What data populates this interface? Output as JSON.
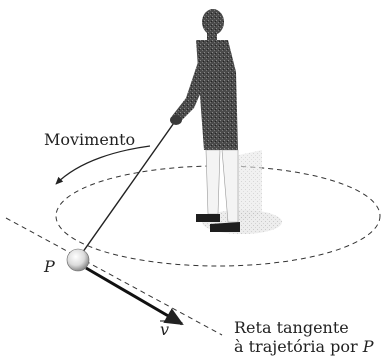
{
  "labels": {
    "movement": "Movimento",
    "point": "P",
    "velocity": "v",
    "tangent_line_1": "Reta tangente",
    "tangent_line_2": "à trajetória por ",
    "tangent_line_point": "P"
  },
  "colors": {
    "ink": "#222222",
    "figure": "#3a3a3a"
  }
}
